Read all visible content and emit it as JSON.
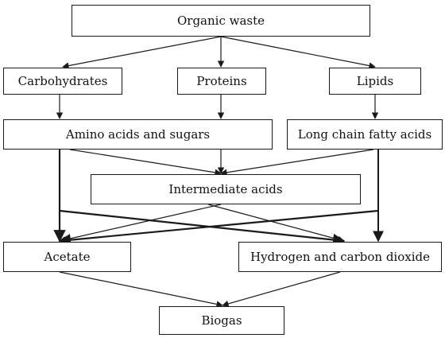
{
  "nodes": {
    "organic_waste": "Organic waste",
    "carbohydrates": "Carbohydrates",
    "proteins": "Proteins",
    "lipids": "Lipids",
    "amino_acids_sugars": "Amino acids and sugars",
    "long_chain_fatty_acids": "Long chain fatty acids",
    "intermediate_acids": "Intermediate acids",
    "acetate": "Acetate",
    "hydrogen_co2": "Hydrogen and carbon dioxide",
    "biogas": "Biogas"
  },
  "edges": [
    [
      "organic_waste",
      "carbohydrates"
    ],
    [
      "organic_waste",
      "proteins"
    ],
    [
      "organic_waste",
      "lipids"
    ],
    [
      "carbohydrates",
      "amino_acids_sugars"
    ],
    [
      "proteins",
      "amino_acids_sugars"
    ],
    [
      "lipids",
      "long_chain_fatty_acids"
    ],
    [
      "amino_acids_sugars",
      "intermediate_acids"
    ],
    [
      "long_chain_fatty_acids",
      "intermediate_acids"
    ],
    [
      "amino_acids_sugars",
      "acetate"
    ],
    [
      "amino_acids_sugars",
      "hydrogen_co2"
    ],
    [
      "long_chain_fatty_acids",
      "acetate"
    ],
    [
      "long_chain_fatty_acids",
      "hydrogen_co2"
    ],
    [
      "intermediate_acids",
      "acetate"
    ],
    [
      "intermediate_acids",
      "hydrogen_co2"
    ],
    [
      "acetate",
      "biogas"
    ],
    [
      "hydrogen_co2",
      "biogas"
    ]
  ],
  "colors": {
    "line": "#1a1a1a",
    "box_border": "#1a1a1a",
    "background": "#ffffff"
  }
}
